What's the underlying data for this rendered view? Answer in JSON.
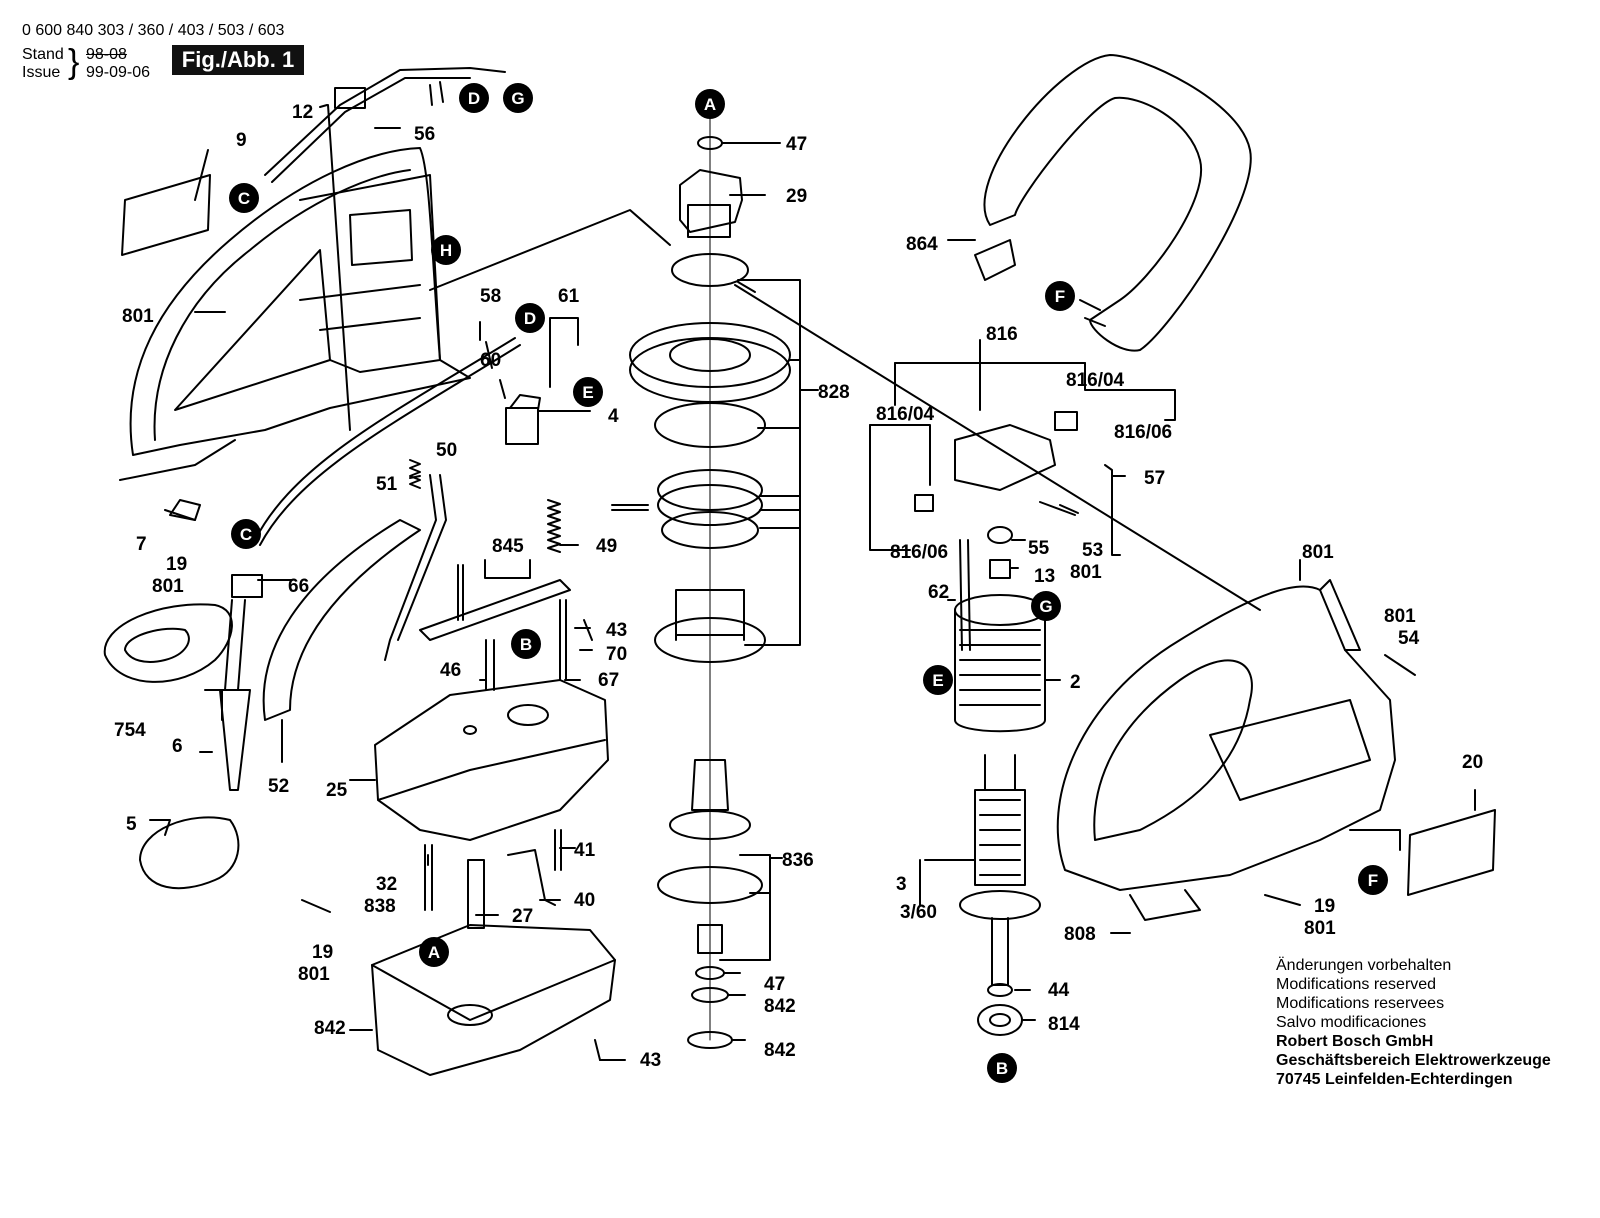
{
  "header": {
    "part_numbers": "0 600 840 303 / 360 / 403 / 503 / 603",
    "stand_label": "Stand",
    "stand_date_struck": "98-08",
    "issue_label": "Issue",
    "issue_date": "99-09-06",
    "figure_badge": "Fig./Abb. 1"
  },
  "notes": {
    "line1": "Änderungen vorbehalten",
    "line2": "Modifications reserved",
    "line3": "Modifications reservees",
    "line4": "Salvo modificaciones",
    "company": "Robert Bosch GmbH",
    "division": "Geschäftsbereich Elektrowerkzeuge",
    "address": "70745 Leinfelden-Echterdingen"
  },
  "part_labels": [
    "12",
    "56",
    "9",
    "801",
    "58",
    "61",
    "60",
    "4",
    "50",
    "51",
    "845",
    "49",
    "7",
    "19",
    "801",
    "66",
    "754",
    "6",
    "5",
    "52",
    "25",
    "46",
    "43",
    "70",
    "67",
    "32",
    "838",
    "27",
    "41",
    "40",
    "19",
    "801",
    "842",
    "43",
    "47",
    "29",
    "828",
    "836",
    "47",
    "842",
    "842",
    "864",
    "816",
    "816/04",
    "816/04",
    "816/06",
    "816/06",
    "57",
    "55",
    "53",
    "801",
    "13",
    "62",
    "2",
    "801",
    "801",
    "54",
    "3",
    "3/60",
    "44",
    "814",
    "20",
    "19",
    "801",
    "808"
  ],
  "callouts": [
    "D",
    "G",
    "C",
    "H",
    "D",
    "E",
    "C",
    "B",
    "A",
    "A",
    "F",
    "G",
    "E",
    "F",
    "B"
  ],
  "colors": {
    "ink": "#000000",
    "paper": "#ffffff",
    "badge": "#111111"
  }
}
